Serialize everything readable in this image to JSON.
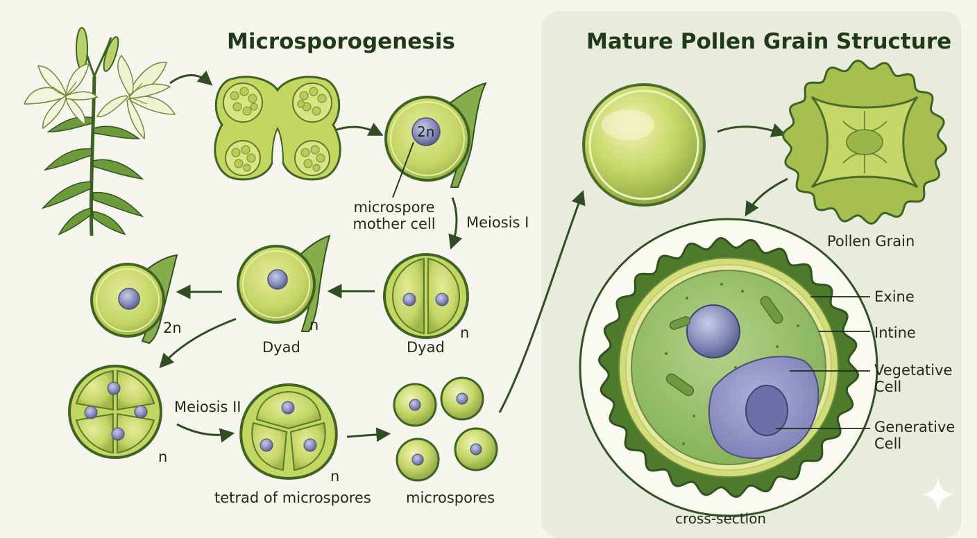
{
  "titles": {
    "left": "Microsporogenesis",
    "right": "Mature Pollen Grain Structure"
  },
  "labels": {
    "two_n_nucleus": "2n",
    "mmc": [
      "microspore",
      "mother cell"
    ],
    "meiosis1": "Meiosis I",
    "dyad": "Dyad",
    "n": "n",
    "two_n": "2n",
    "meiosis2": "Meiosis II",
    "tetrad": "tetrad of microspores",
    "microspores": "microspores",
    "pollen_grain": "Pollen Grain",
    "exine": "Exine",
    "intine": "Intine",
    "vegetative": [
      "Vegetative",
      "Cell"
    ],
    "generative": [
      "Generative",
      "Cell"
    ],
    "cross_section": "cross-section"
  },
  "colors": {
    "background": "#f7f6ee",
    "panel": "#e9ebdc",
    "cell_fill": "#c9d96a",
    "cell_light": "#dde78f",
    "outline": "#3e6425",
    "dark_green": "#2f5220",
    "nucleus": "#8a8fbd",
    "generative": "#8c8fc4",
    "vegetative": "#98bf69",
    "arrow": "#2f4f22"
  },
  "icons": [
    "lily-plant-icon",
    "sparkle-icon"
  ]
}
